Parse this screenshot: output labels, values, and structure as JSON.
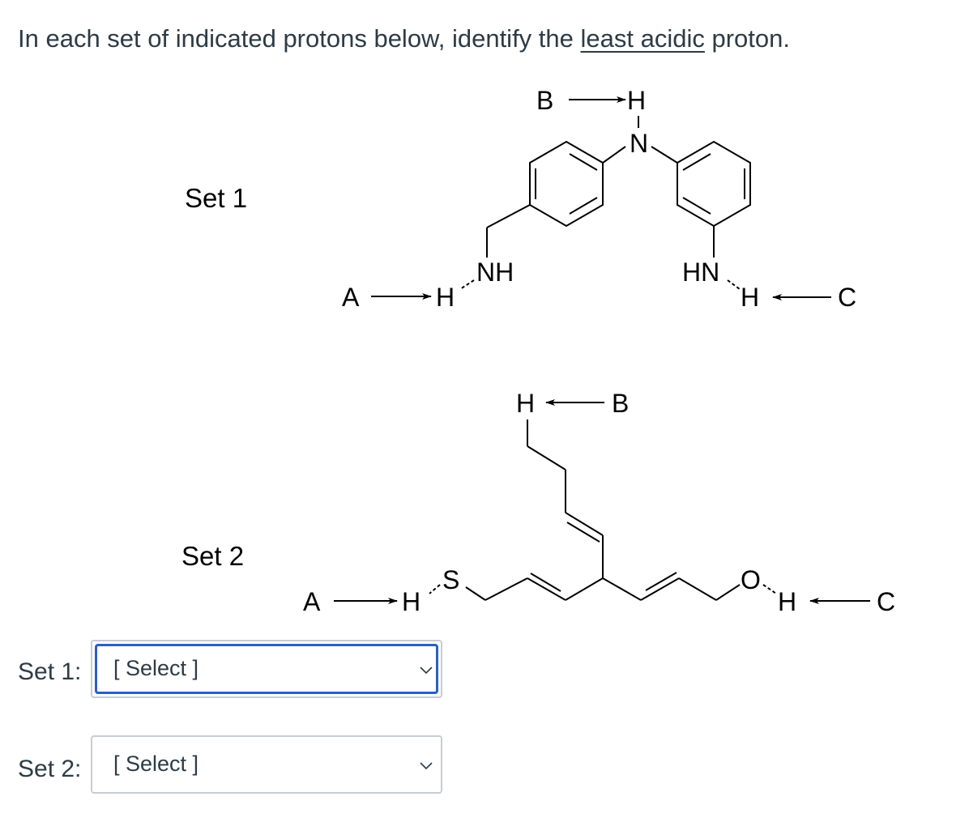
{
  "question": {
    "prefix": "In each set of indicated protons below, identify the ",
    "emphasis": "least acidic",
    "suffix": " proton."
  },
  "figure": {
    "set1": {
      "title": "Set 1",
      "arrow_a": "A",
      "arrow_b": "B",
      "arrow_c": "C",
      "h_a": "H",
      "h_b": "H",
      "h_c": "H",
      "n_top": "N",
      "nh_left": "NH",
      "hn_right": "HN"
    },
    "set2": {
      "title": "Set 2",
      "arrow_a": "A",
      "arrow_b": "B",
      "arrow_c": "C",
      "h_a": "H",
      "h_b": "H",
      "h_c": "H",
      "s_atom": "S",
      "o_atom": "O"
    }
  },
  "answers": [
    {
      "label": "Set 1:",
      "value": "[ Select ]",
      "focused": true
    },
    {
      "label": "Set 2:",
      "value": "[ Select ]",
      "focused": false
    }
  ]
}
